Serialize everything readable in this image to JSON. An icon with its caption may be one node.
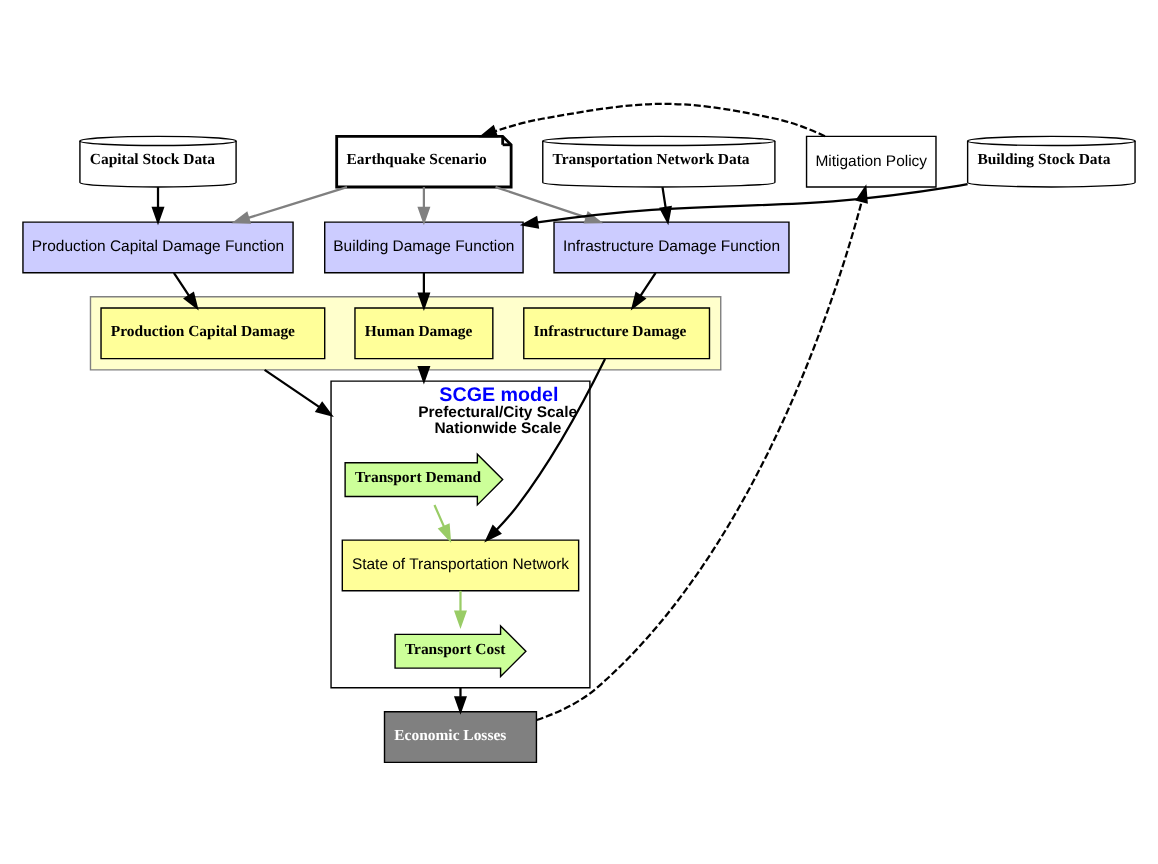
{
  "diagram": {
    "nodes": [
      {
        "text": [
          "Mitigation Policy"
        ]
      },
      {
        "text": [
          "Earthquake Scenario"
        ]
      },
      {
        "text": [
          "Transportation Network Data"
        ]
      },
      {
        "text": [
          "Capital Stock Data"
        ]
      },
      {
        "text": [
          "Building Stock Data"
        ]
      },
      {
        "text": [
          "Infrastructure Damage Function"
        ]
      },
      {
        "text": [
          "Production Capital Damage Function"
        ]
      },
      {
        "text": [
          "Building Damage Function"
        ]
      },
      {
        "text": [],
        "shape": "box"
      },
      {
        "text": [
          "Infrastructure Damage"
        ],
        "in": 8
      },
      {
        "text": [
          "Production Capital Damage"
        ],
        "in": 8
      },
      {
        "text": [
          "Human Damage"
        ],
        "in": 8
      },
      {
        "text": [
          "SCGE model",
          "Prefectural/City Scale",
          "Nationwide Scale"
        ]
      },
      {
        "text": [
          "State of Transportation Network"
        ],
        "in": 12
      },
      {
        "text": [
          "Transport Demand"
        ],
        "in": 12
      },
      {
        "text": [
          "Transport Cost"
        ],
        "in": 12
      },
      {
        "text": [
          "Economic Losses"
        ]
      }
    ],
    "edges": [
      {
        "from": 0,
        "to": 1,
        "arrow": "to",
        "style": "dashed"
      },
      {
        "from": 1,
        "to": 5,
        "arrow": "to",
        "color": "#808080"
      },
      {
        "from": 1,
        "to": 6,
        "arrow": "to",
        "color": "#808080"
      },
      {
        "from": 1,
        "to": 7,
        "arrow": "to",
        "color": "#808080"
      },
      {
        "from": 2,
        "to": 5,
        "arrow": "to"
      },
      {
        "from": 3,
        "to": 6,
        "arrow": "to"
      },
      {
        "from": 4,
        "to": 7,
        "arrow": "to"
      },
      {
        "from": 5,
        "to": 9,
        "arrow": "to"
      },
      {
        "from": 6,
        "to": 10,
        "arrow": "to"
      },
      {
        "from": 7,
        "to": 11,
        "arrow": "to"
      },
      {
        "from": 9,
        "to": 13,
        "arrow": "to"
      },
      {
        "from": 8,
        "to": 12,
        "arrow": "to"
      },
      {
        "from": 8,
        "to": 12,
        "arrow": "to"
      },
      {
        "from": 14,
        "to": 13,
        "arrow": "to",
        "color": "#99cc66"
      },
      {
        "from": 13,
        "to": 15,
        "arrow": "to",
        "color": "#99cc66"
      },
      {
        "from": 12,
        "to": 16,
        "arrow": "to"
      },
      {
        "from": 16,
        "to": 0,
        "arrow": "to",
        "style": "dashed"
      }
    ]
  }
}
